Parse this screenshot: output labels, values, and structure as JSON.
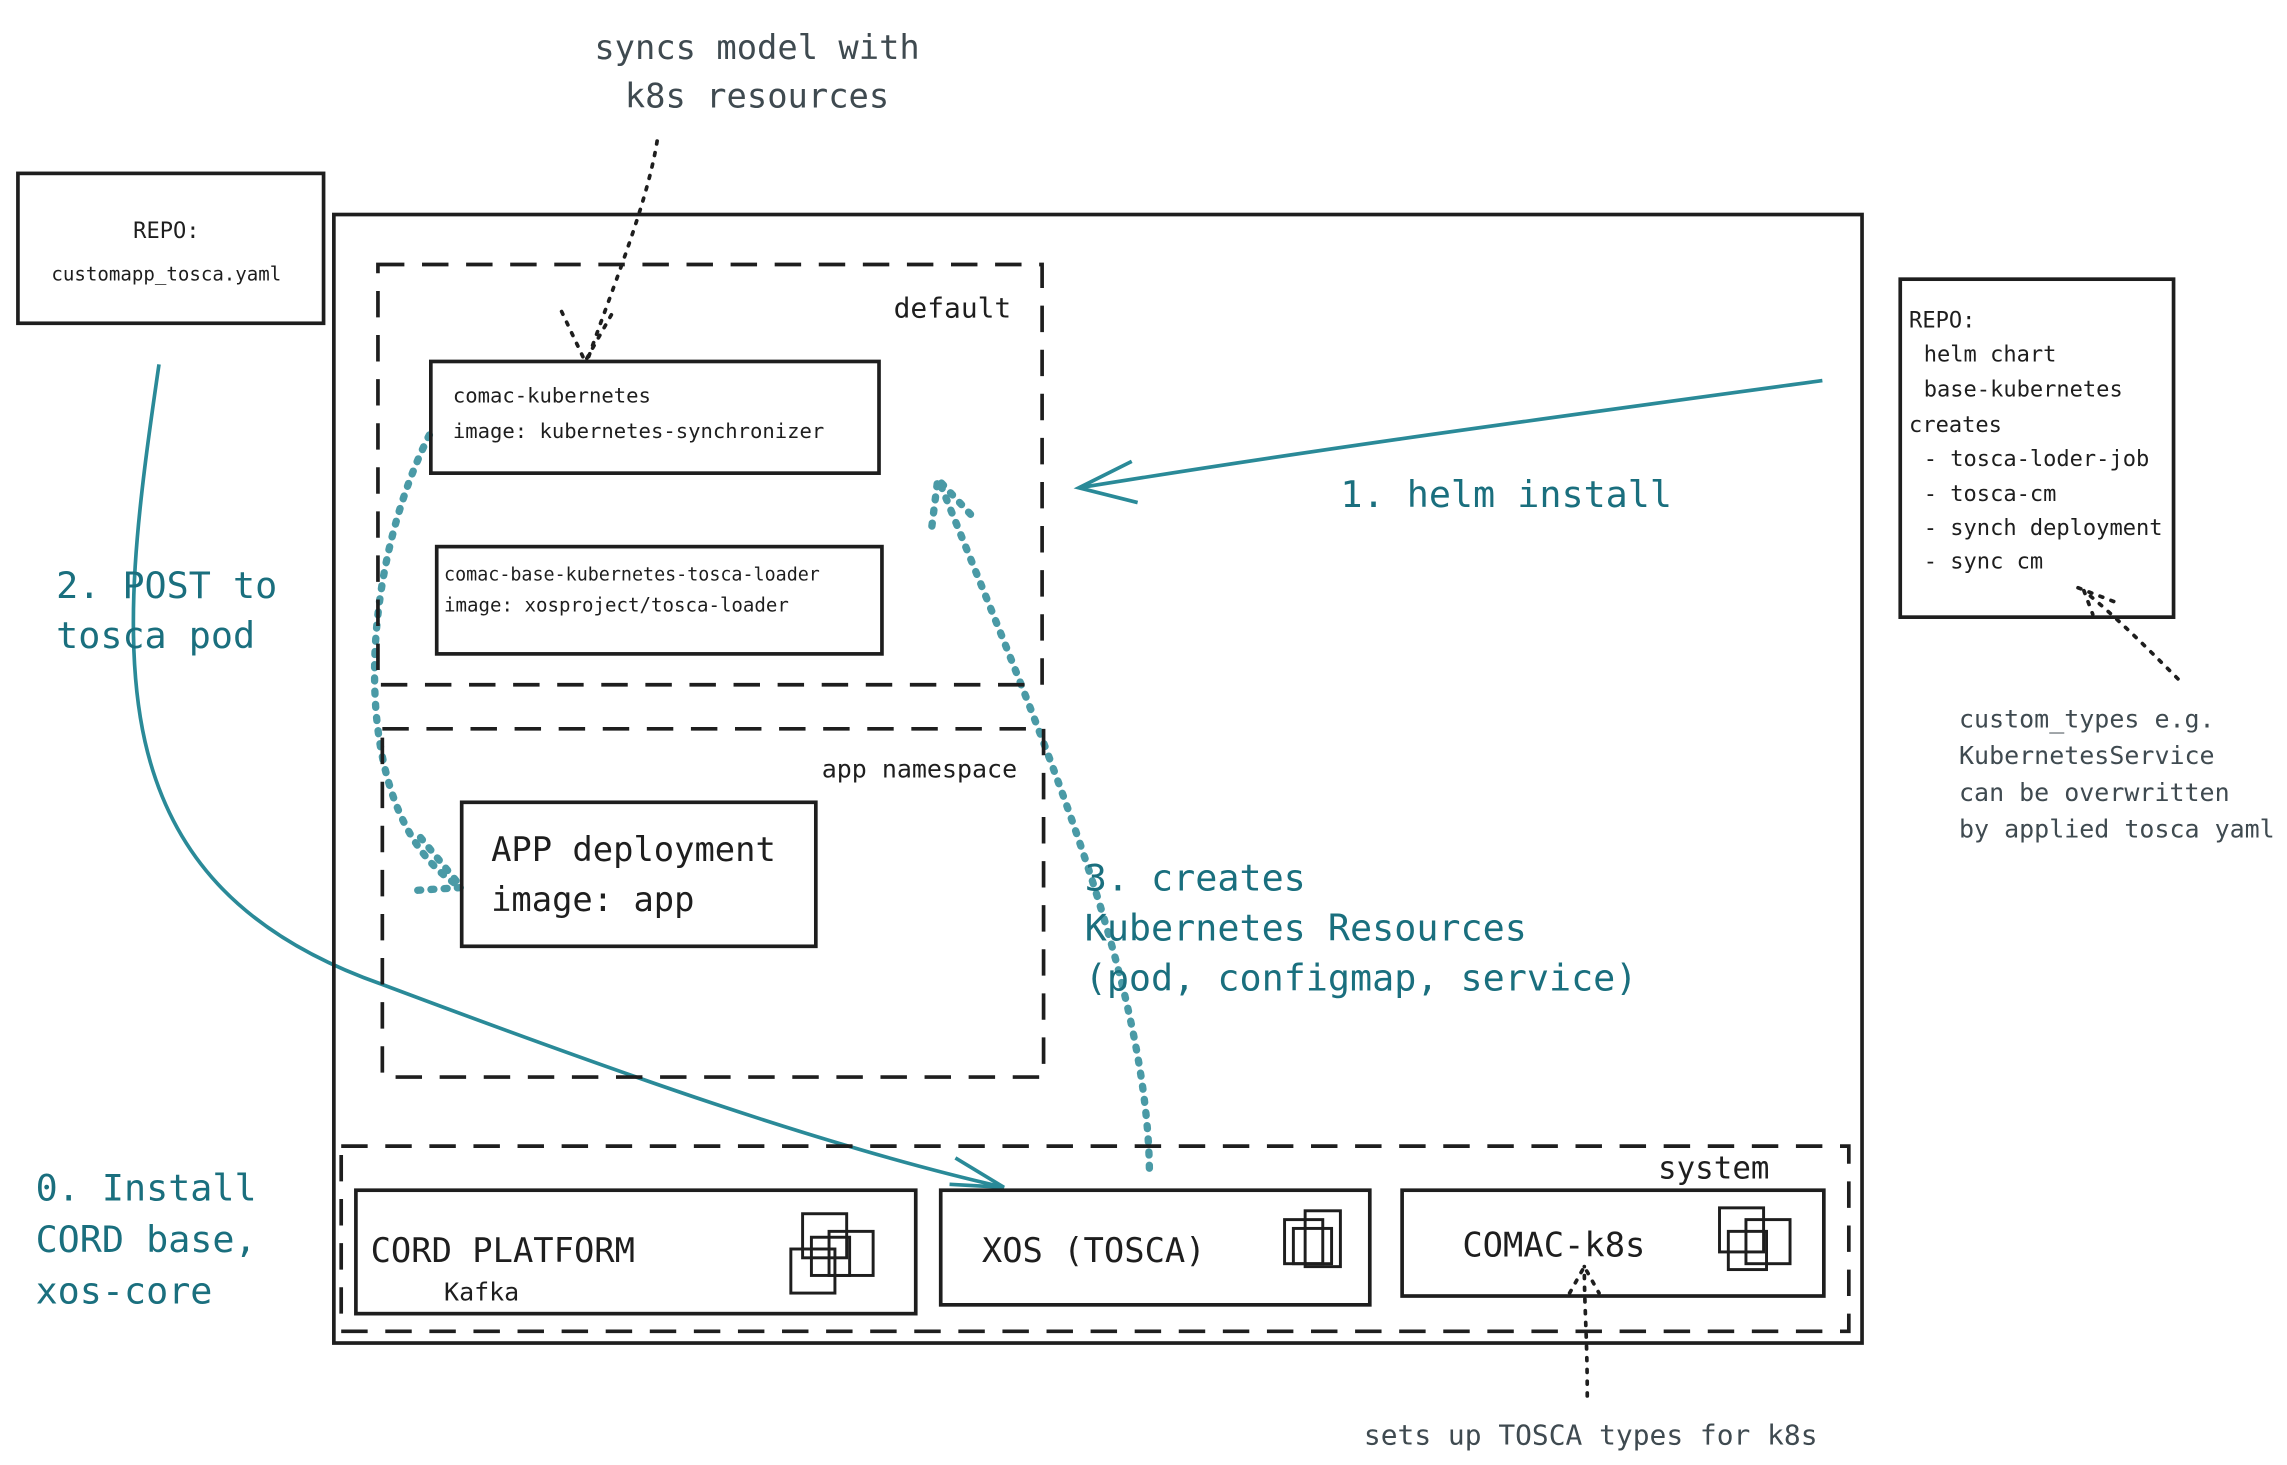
{
  "notes": {
    "syncs_line1": "syncs model with",
    "syncs_line2": "k8s resources",
    "types_line1": "custom_types e.g.",
    "types_line2": "KubernetesService",
    "types_line3": "can be overwritten",
    "types_line4": "by applied tosca yaml",
    "k8s_types": "sets up TOSCA types for k8s"
  },
  "repo_left": {
    "line1": "REPO:",
    "line2": "customapp_tosca.yaml"
  },
  "repo_right": {
    "line1": "REPO:",
    "line2": "helm chart",
    "line3": "base-kubernetes",
    "line4": "creates",
    "line5": "- tosca-loder-job",
    "line6": "- tosca-cm",
    "line7": "- synch deployment",
    "line8": "- sync cm"
  },
  "namespaces": {
    "default": "default",
    "app": "app namespace",
    "system": "system"
  },
  "boxes": {
    "synchronizer_name": "comac-kubernetes",
    "synchronizer_image": "image: kubernetes-synchronizer",
    "loader_name": "comac-base-kubernetes-tosca-loader",
    "loader_image": "image: xosproject/tosca-loader",
    "app_name": "APP deployment",
    "app_image": "image: app",
    "cord_name": "CORD PLATFORM",
    "cord_sub": "Kafka",
    "xos_name": "XOS (TOSCA)",
    "comac_name": "COMAC-k8s"
  },
  "steps": {
    "step0_line1": "0. Install",
    "step0_line2": "CORD base,",
    "step0_line3": "xos-core",
    "step1": "1. helm install",
    "step2_line1": "2. POST to",
    "step2_line2": "tosca pod",
    "step3_line1": "3. creates",
    "step3_line2": "Kubernetes Resources",
    "step3_line3": "(pod, configmap, service)"
  },
  "colors": {
    "ink": "#1e1e1e",
    "teal": "#1a6f7e",
    "grey": "#3f4a50"
  }
}
